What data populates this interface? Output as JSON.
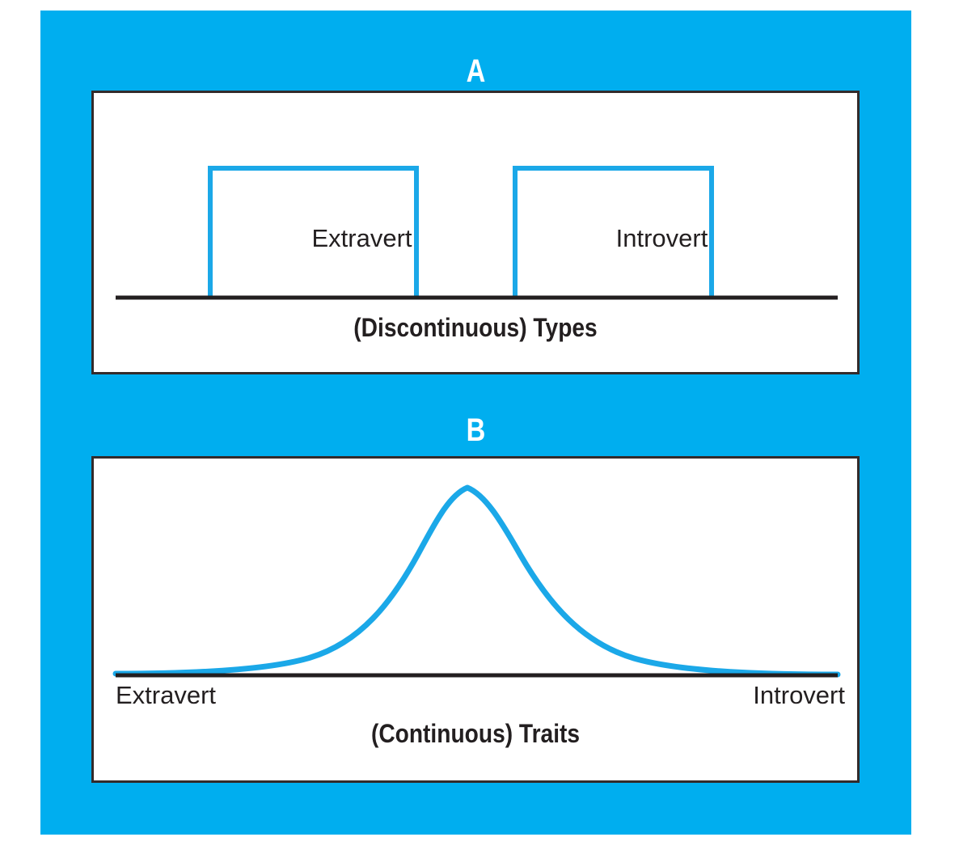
{
  "figure": {
    "background_color": "#00aeef",
    "panel_background": "#ffffff",
    "panel_border_color": "#332b2b",
    "curve_color": "#1ba8e8",
    "axis_color": "#231f20",
    "text_color": "#231f20",
    "letter_color": "#ffffff"
  },
  "panels": [
    {
      "letter": "A",
      "caption": "(Discontinuous) Types",
      "labels": {
        "left": "Extravert",
        "right": "Introvert"
      }
    },
    {
      "letter": "B",
      "caption": "(Continuous) Traits",
      "labels": {
        "left": "Extravert",
        "right": "Introvert"
      }
    }
  ],
  "chart_data": [
    {
      "type": "bar",
      "title": "(Discontinuous) Types",
      "categories": [
        "Extravert",
        "Introvert"
      ],
      "values": [
        1,
        1
      ],
      "xlabel": "",
      "ylabel": "",
      "ylim": [
        0,
        1.2
      ],
      "grid": false,
      "legend": "none",
      "notes": "Two equal-height flat-topped step blocks separated by a gap, drawn as open outlines on a horizontal baseline; represents discrete personality types."
    },
    {
      "type": "line",
      "title": "(Continuous) Traits",
      "x": [
        0,
        0.05,
        0.1,
        0.15,
        0.2,
        0.25,
        0.3,
        0.35,
        0.4,
        0.45,
        0.5,
        0.55,
        0.6,
        0.65,
        0.7,
        0.75,
        0.8,
        0.85,
        0.9,
        0.95,
        1
      ],
      "y": [
        0.0,
        0.003,
        0.011,
        0.032,
        0.077,
        0.159,
        0.287,
        0.457,
        0.641,
        0.801,
        0.905,
        0.938,
        0.905,
        0.801,
        0.641,
        0.457,
        0.287,
        0.159,
        0.077,
        0.022,
        0.0
      ],
      "xlabel": "",
      "ylabel": "",
      "xticklabels": [
        "Extravert",
        "Introvert"
      ],
      "ylim": [
        0,
        1
      ],
      "grid": false,
      "legend": "none",
      "notes": "Single bell-shaped (normal) distribution curve peaking slightly left of center on a horizontal baseline; represents continuous trait variation between Extravert and Introvert poles."
    }
  ]
}
